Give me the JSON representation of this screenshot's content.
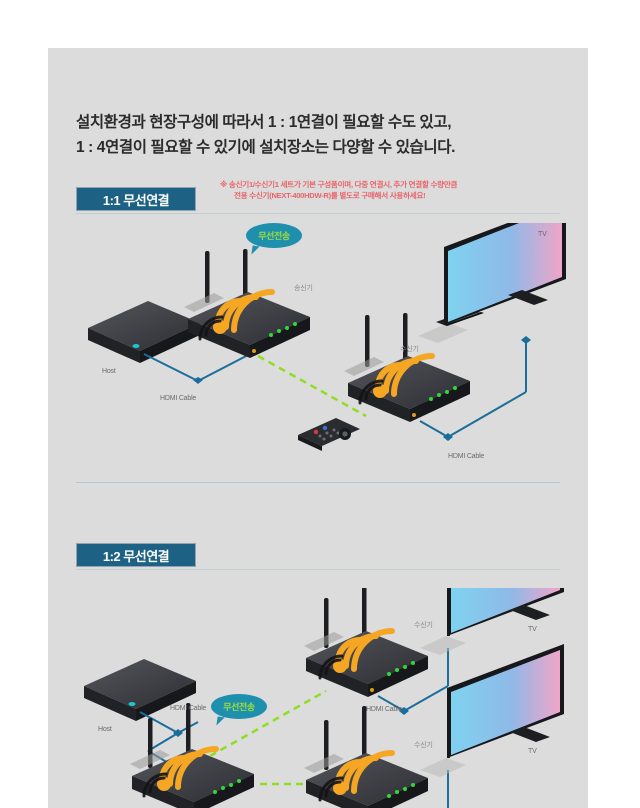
{
  "headline": {
    "line1": "설치환경과 현장구성에 따라서 1 : 1연결이 필요할 수도 있고,",
    "line2": "1 : 4연결이 필요할 수 있기에 설치장소는 다양할 수 있습니다."
  },
  "colors": {
    "page_bg": "#dcdcdc",
    "badge_bg": "#1d6285",
    "note_red": "#e8646a",
    "bubble_teal": "#1f8fae",
    "bubble_text": "#9ede3a",
    "signal_green": "#8ede22",
    "cable_blue": "#1b6e9b",
    "device_black": "#2b2b2f",
    "wifi_orange": "#f5a623",
    "led_green": "#35d63c"
  },
  "sections": [
    {
      "badge": "1:1 무선연결",
      "note_line1": "※ 송신기1/수신기1 세트가 기본 구성품이며, 다중 연결시, 추가 연결할 수량만큼",
      "note_line2": "전용 수신기(NEXT-400HDW-R)를 별도로 구매해서 사용하세요!",
      "bubble": "무선전송",
      "labels": {
        "host": "Host",
        "hdmi_left": "HDMI Cable",
        "hdmi_right": "HDMI Cable",
        "tx": "송신기",
        "rx": "수신기",
        "tv": "TV"
      }
    },
    {
      "badge": "1:2 무선연결",
      "bubble": "무선전송",
      "labels": {
        "host": "Host",
        "hdmi_left": "HDMI Cable",
        "hdmi_top": "HDMI Cable",
        "rx_top": "수신기",
        "rx_bottom": "수신기",
        "tv_top": "TV",
        "tv_bottom": "TV"
      }
    }
  ]
}
